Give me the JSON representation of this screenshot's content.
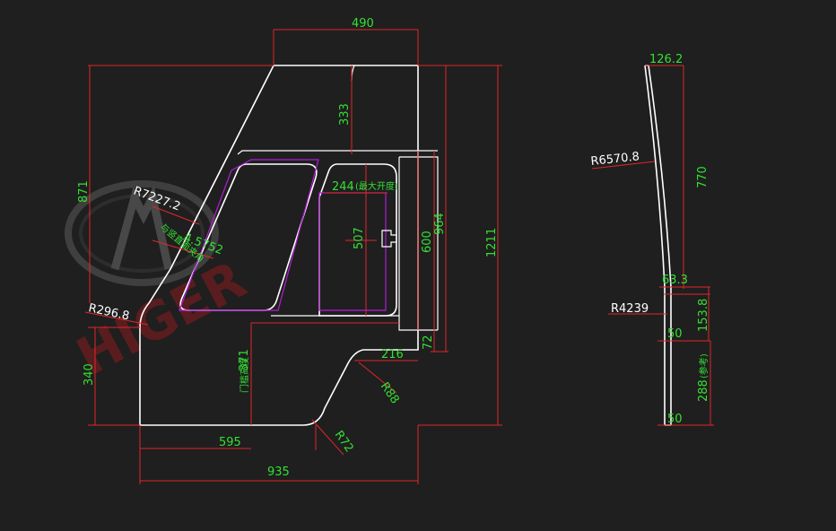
{
  "watermark": {
    "brand": "HIGER"
  },
  "front_view": {
    "dims": {
      "top_width": "490",
      "upper_height": "333",
      "window_width": "244",
      "window_width_note": "(最大开度)",
      "inner_height": "507",
      "window_height": "600",
      "height_964": "964",
      "total_height": "1211",
      "height_871": "871",
      "bottom_step": "72",
      "step_width": "216",
      "height_340": "340",
      "radius_r88": "R88",
      "radius_r72": "R72",
      "width_595": "595",
      "total_width": "935",
      "radius_big": "R7227.2",
      "radius_small": "R296.8",
      "angle_note": "与竖直面夹角",
      "angle_value": "4.5752",
      "bottom_note": "门槛高度",
      "bottom_value": "371"
    }
  },
  "side_view": {
    "dims": {
      "top_width": "126.2",
      "radius_top": "R6570.8",
      "height_770": "770",
      "offset_63": "63.3",
      "radius_mid": "R4239",
      "height_153": "153.8",
      "thick_50a": "50",
      "height_288": "288",
      "height_288_note": "(参考)",
      "thick_50b": "50"
    }
  }
}
